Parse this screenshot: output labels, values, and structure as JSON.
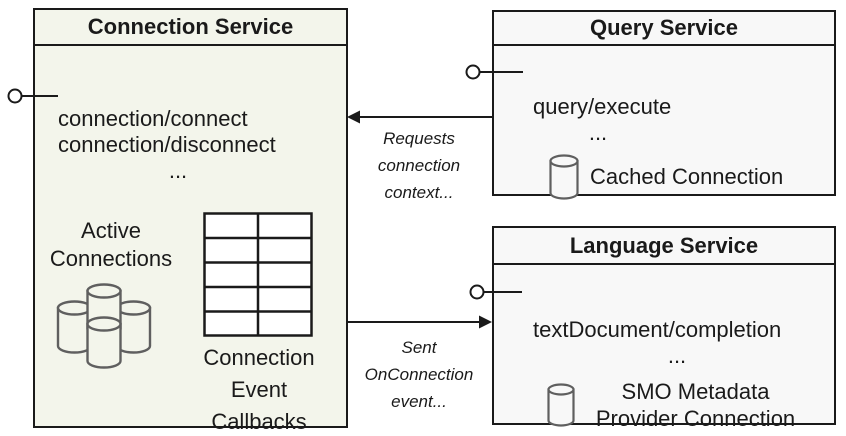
{
  "colors": {
    "connection_fill": "#f3f5eb",
    "service_fill": "#f8f8f8",
    "ink": "#1a1a1a",
    "cylinder_stroke": "#5f5f5f",
    "text": "#1a1a1a"
  },
  "connection_service": {
    "title": "Connection Service",
    "methods": [
      "connection/connect",
      "connection/disconnect",
      "..."
    ],
    "active_connections": {
      "lines": [
        "Active",
        "Connections"
      ]
    },
    "callbacks": {
      "lines": [
        "Connection",
        "Event",
        "Callbacks"
      ]
    }
  },
  "query_service": {
    "title": "Query Service",
    "methods": [
      "query/execute",
      "..."
    ],
    "cached_connection_label": "Cached Connection"
  },
  "language_service": {
    "title": "Language Service",
    "methods": [
      "textDocument/completion",
      "..."
    ],
    "smo_connection_label": "SMO Metadata Provider Connection"
  },
  "arrows": {
    "requests": {
      "lines": [
        "Requests",
        "connection",
        "context..."
      ]
    },
    "sent": {
      "lines": [
        "Sent",
        "OnConnection",
        "event..."
      ]
    }
  },
  "icons": {
    "active_connections_icon": "database-cluster",
    "callback_table_icon": "table-grid",
    "cached_connection_icon": "database-cylinder",
    "smo_connection_icon": "database-cylinder",
    "interface_connectors": "lollipop-interface"
  }
}
